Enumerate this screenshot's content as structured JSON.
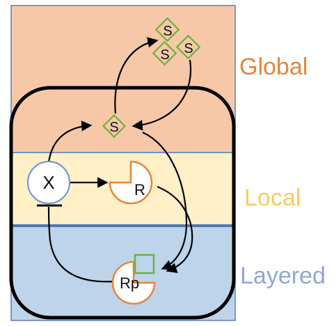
{
  "layers": {
    "global": {
      "label": "Global",
      "fill": "#F6C8A8",
      "label_color": "#E8843A"
    },
    "local": {
      "label": "Local",
      "fill": "#FFF0C8",
      "label_color": "#F6CD5E"
    },
    "layered": {
      "label": "Layered",
      "fill": "#BDD4EA",
      "label_color": "#8EA8D8"
    }
  },
  "colors": {
    "frame": "#5B7DB1",
    "cell_outline": "#000000",
    "layer_divider": "#4E78B0",
    "signal": "#6EB03E",
    "x_node": "#6F9CD6",
    "receptor": "#E8843A",
    "arrow": "#000000"
  },
  "nodes": {
    "x": "X",
    "r": "R",
    "rp": "Rp",
    "s_local": "S",
    "s_pool": [
      "S",
      "S",
      "S"
    ]
  },
  "edges": [
    {
      "from": "X",
      "to": "S",
      "type": "activation"
    },
    {
      "from": "X",
      "to": "R",
      "type": "activation"
    },
    {
      "from": "S",
      "to": "S pool",
      "type": "activation"
    },
    {
      "from": "S pool",
      "to": "S",
      "type": "activation"
    },
    {
      "from": "R",
      "to": "Rp",
      "type": "activation"
    },
    {
      "from": "S",
      "to": "Rp",
      "type": "activation"
    },
    {
      "from": "Rp",
      "to": "X",
      "type": "inhibition"
    }
  ]
}
